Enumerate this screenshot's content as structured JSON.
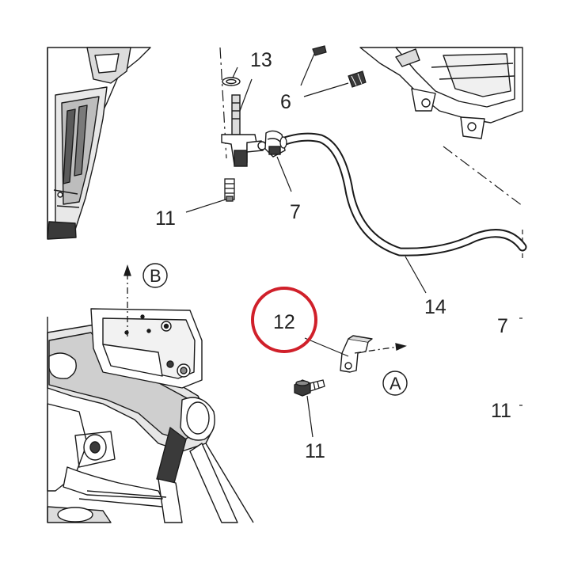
{
  "labels": {
    "p13": "13",
    "p6": "6",
    "p11a": "11",
    "p7a": "7",
    "p14": "14",
    "p12": "12",
    "p11b": "11",
    "p7b": "7",
    "p11c": "11",
    "viewB": "B",
    "viewA": "A"
  },
  "highlight": {
    "part": "12",
    "color": "#d0202a"
  },
  "colors": {
    "line": "#1a1a1a",
    "fill_dark": "#3a3a3a",
    "fill_mid": "#8a8a8a",
    "fill_light": "#dcdcdc",
    "highlight": "#d0202a"
  }
}
